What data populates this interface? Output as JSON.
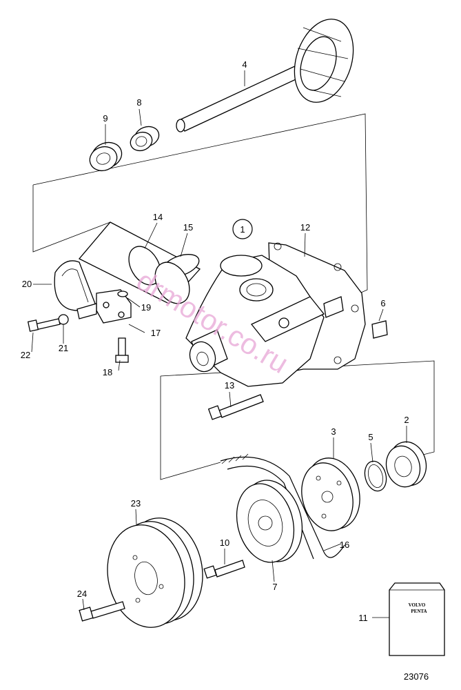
{
  "diagram": {
    "group_label": "1",
    "figure_number": "23076",
    "watermark": "drmotor.co.ru",
    "kit_brand_line1": "VOLVO",
    "kit_brand_line2": "PENTA"
  },
  "callouts": [
    {
      "id": "p2",
      "text": "2"
    },
    {
      "id": "p3",
      "text": "3"
    },
    {
      "id": "p4",
      "text": "4"
    },
    {
      "id": "p5",
      "text": "5"
    },
    {
      "id": "p6",
      "text": "6"
    },
    {
      "id": "p7",
      "text": "7"
    },
    {
      "id": "p8",
      "text": "8"
    },
    {
      "id": "p9",
      "text": "9"
    },
    {
      "id": "p10",
      "text": "10"
    },
    {
      "id": "p11",
      "text": "11"
    },
    {
      "id": "p12",
      "text": "12"
    },
    {
      "id": "p13",
      "text": "13"
    },
    {
      "id": "p14",
      "text": "14"
    },
    {
      "id": "p15",
      "text": "15"
    },
    {
      "id": "p16",
      "text": "16"
    },
    {
      "id": "p17",
      "text": "17"
    },
    {
      "id": "p18",
      "text": "18"
    },
    {
      "id": "p19",
      "text": "19"
    },
    {
      "id": "p20",
      "text": "20"
    },
    {
      "id": "p21",
      "text": "21"
    },
    {
      "id": "p22",
      "text": "22"
    },
    {
      "id": "p23",
      "text": "23"
    },
    {
      "id": "p24",
      "text": "24"
    }
  ]
}
